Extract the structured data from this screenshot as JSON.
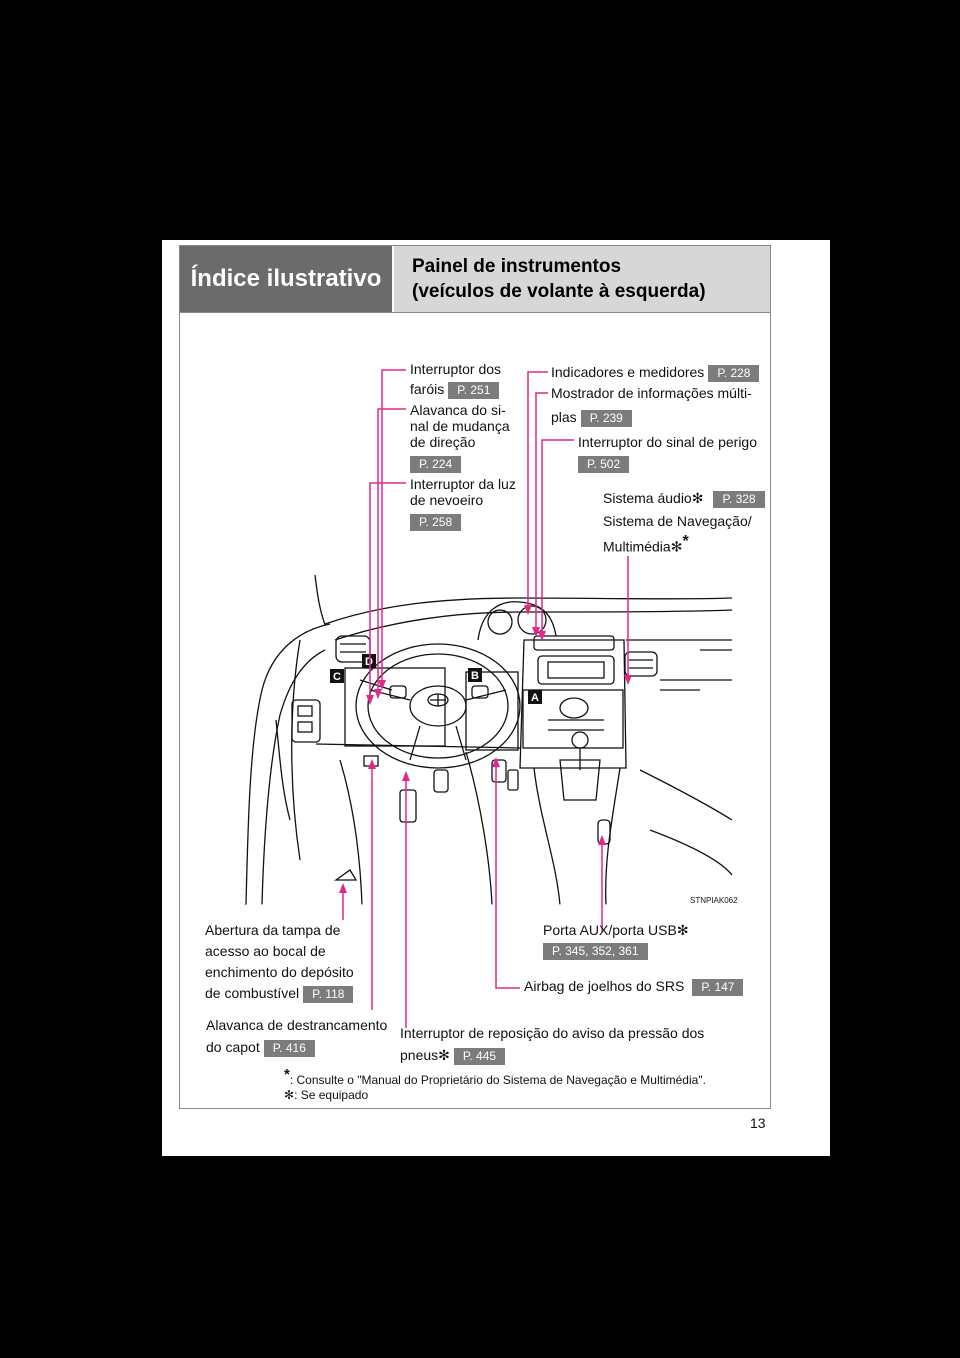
{
  "header": {
    "section": "Índice ilustrativo",
    "title_line1": "Painel de instrumentos",
    "title_line2": "(veículos de volante à esquerda)"
  },
  "labels": {
    "headlight_l1": "Interruptor dos",
    "headlight_l2": "faróis",
    "headlight_ref": "P. 251",
    "turn_l1": "Alavanca do si-",
    "turn_l2": "nal de mudança",
    "turn_l3": "de direção",
    "turn_ref": "P. 224",
    "fog_l1": "Interruptor da luz",
    "fog_l2": "de nevoeiro",
    "fog_ref": "P. 258",
    "gauges": "Indicadores e medidores",
    "gauges_ref": "P. 228",
    "mid_l1": "Mostrador de informações múlti-",
    "mid_l2": "plas",
    "mid_ref": "P. 239",
    "hazard": "Interruptor do sinal de perigo",
    "hazard_ref": "P. 502",
    "audio": "Sistema áudio",
    "audio_ref": "P. 328",
    "nav_l1": "Sistema de Navegação/",
    "nav_l2": "Multimédia",
    "fuel_l1": "Abertura da tampa de",
    "fuel_l2": "acesso ao bocal de",
    "fuel_l3": "enchimento do depósito",
    "fuel_l4": "de combustível",
    "fuel_ref": "P. 118",
    "aux": "Porta AUX/porta USB",
    "aux_ref": "P. 345, 352, 361",
    "knee": "Airbag de joelhos do SRS",
    "knee_ref": "P. 147",
    "hood_l1": "Alavanca de destrancamento",
    "hood_l2": "do capot",
    "hood_ref": "P. 416",
    "tire_l1": "Interruptor de reposição do aviso da pressão dos",
    "tire_l2": "pneus",
    "tire_ref": "P. 445",
    "image_code": "STNPIAK062"
  },
  "callout_letters": {
    "a": "A",
    "b": "B",
    "c": "C",
    "d": "D"
  },
  "symbols": {
    "equipped": "✻",
    "star": "*"
  },
  "footnotes": {
    "star": ": Consulte o \"Manual do Proprietário do Sistema de Navegação e Multimédia\".",
    "equipped": ": Se equipado"
  },
  "page_number": "13",
  "colors": {
    "leader": "#e0298a",
    "ref_bg": "#7c7c7c",
    "header_dark": "#6b6b6b",
    "header_light": "#d7d7d7"
  }
}
